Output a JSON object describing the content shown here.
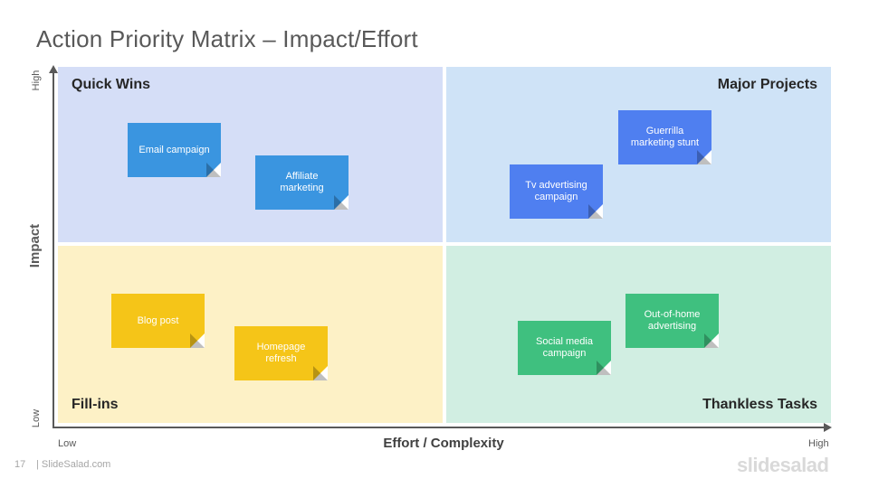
{
  "title": "Action Priority Matrix – Impact/Effort",
  "axes": {
    "y_title": "Impact",
    "y_high": "High",
    "y_low": "Low",
    "x_title": "Effort / Complexity",
    "x_low": "Low",
    "x_high": "High"
  },
  "quadrants": {
    "top_left": "Quick Wins",
    "top_right": "Major Projects",
    "bottom_left": "Fill-ins",
    "bottom_right": "Thankless Tasks"
  },
  "notes": {
    "email": "Email campaign",
    "affiliate": "Affiliate marketing",
    "guerrilla": "Guerrilla marketing stunt",
    "tv": "Tv advertising campaign",
    "blog": "Blog post",
    "homepage": "Homepage refresh",
    "ooh": "Out-of-home advertising",
    "social": "Social media campaign"
  },
  "colors": {
    "quick_wins_bg": "#d5def7",
    "major_projects_bg": "#cfe3f7",
    "fill_ins_bg": "#fdf1c6",
    "thankless_bg": "#d1eee2",
    "note_blue": "#3a95e0",
    "note_indigo": "#4f7ff0",
    "note_yellow": "#f5c518",
    "note_green": "#3fc07f"
  },
  "footer": {
    "page_number": "17",
    "site": "| SlideSalad.com",
    "logo": "slidesalad"
  }
}
